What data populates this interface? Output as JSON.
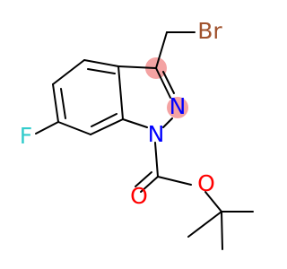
{
  "molecule": {
    "atoms": {
      "br": {
        "label": "Br",
        "color": "#A0522D"
      },
      "n_ring": {
        "label": "N",
        "color": "#0000FF"
      },
      "n_boc": {
        "label": "N",
        "color": "#0000FF"
      },
      "f": {
        "label": "F",
        "color": "#33CCCC"
      },
      "o_carbonyl": {
        "label": "O",
        "color": "#FF0000"
      },
      "o_ester": {
        "label": "O",
        "color": "#FF0000"
      }
    },
    "highlights": {
      "color": "#F4A3A3"
    },
    "bond_color": "#000000"
  }
}
